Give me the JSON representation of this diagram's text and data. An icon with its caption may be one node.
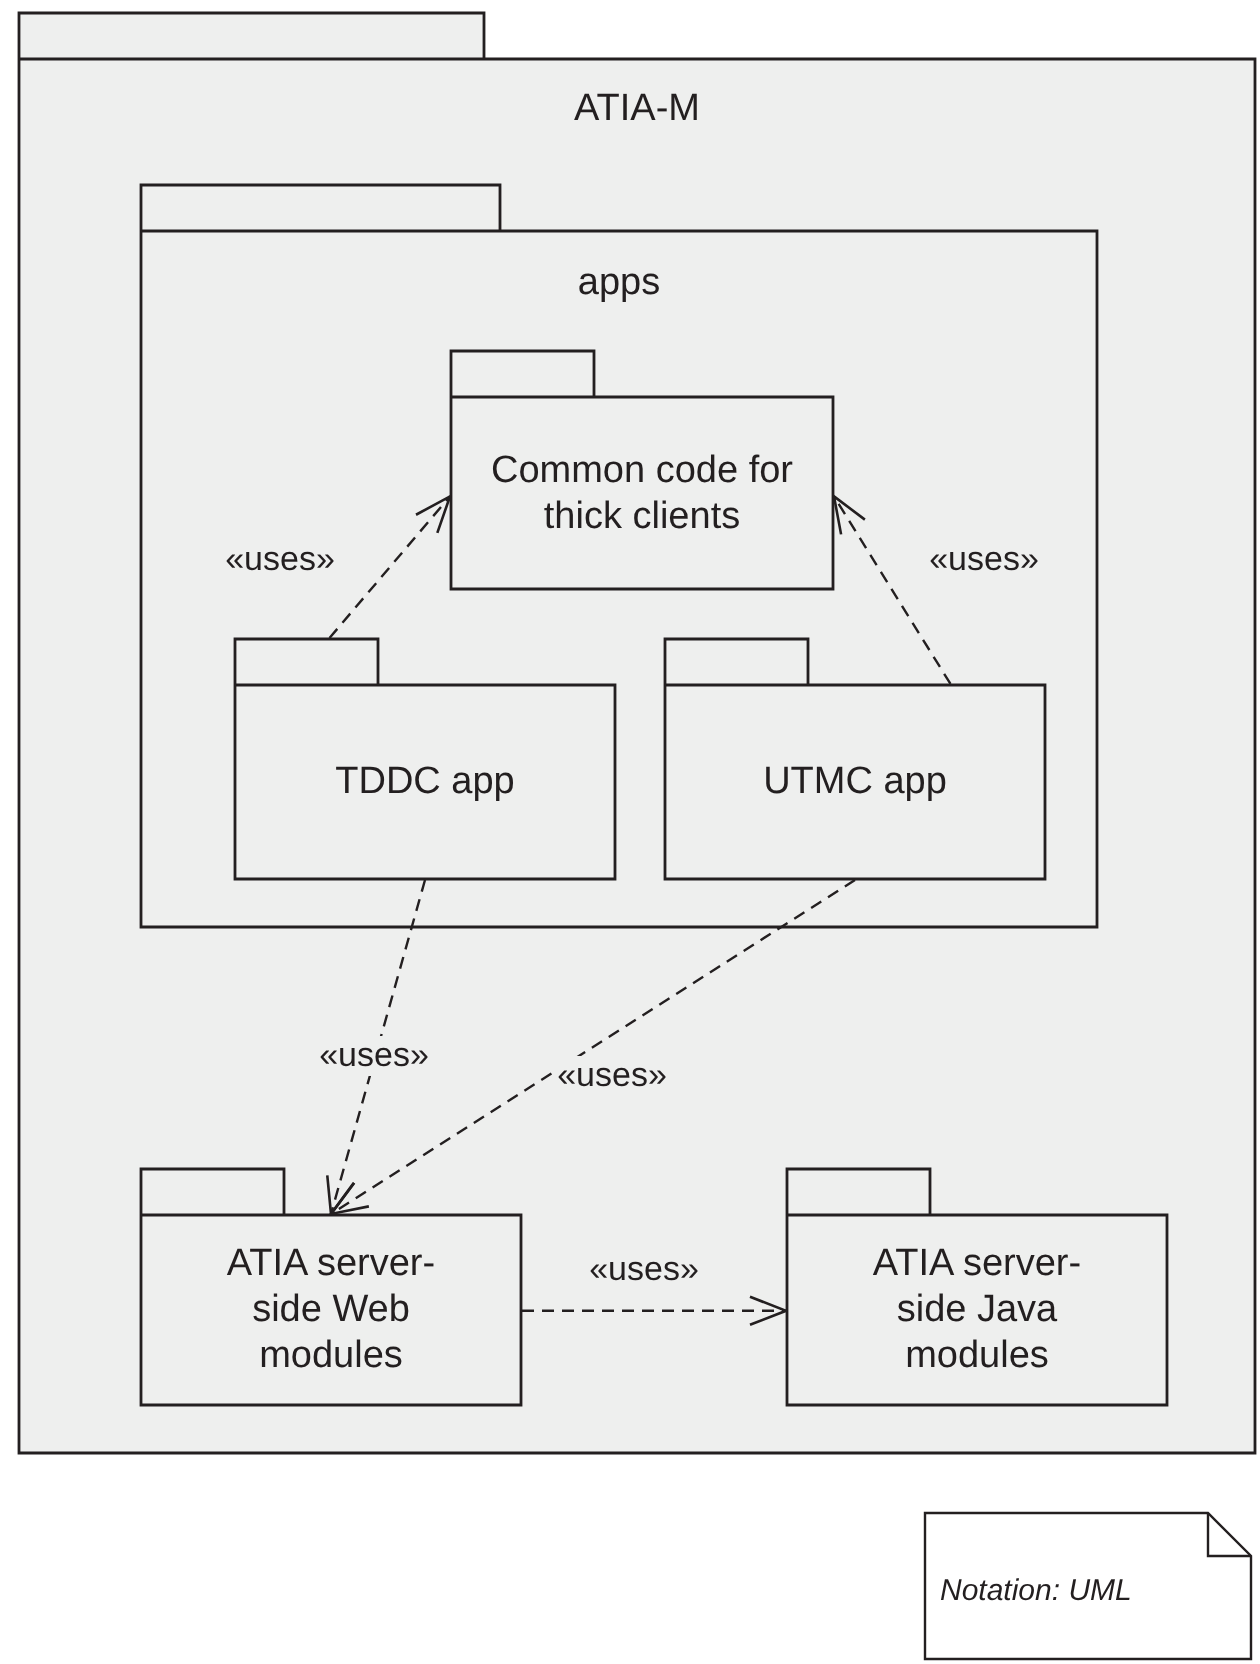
{
  "diagram": {
    "nodes": [
      {
        "text": [
          "ATIA-M"
        ]
      },
      {
        "text": [
          "apps"
        ],
        "in": 0
      },
      {
        "text": [
          "Common code for thick clients"
        ],
        "in": 1
      },
      {
        "text": [
          "TDDC app"
        ],
        "in": 1
      },
      {
        "text": [
          "UTMC app"
        ],
        "in": 1
      },
      {
        "text": [
          "ATIA server-side Web modules"
        ],
        "in": 0
      },
      {
        "text": [
          "ATIA server-side Java modules"
        ],
        "in": 0
      },
      {
        "text": [
          "Notation: UML"
        ]
      }
    ],
    "edges": [
      {
        "from": 3,
        "to": 2,
        "arrow": "to",
        "label": "«uses»",
        "style": "dashed"
      },
      {
        "from": 4,
        "to": 2,
        "arrow": "to",
        "label": "«uses»",
        "style": "dashed"
      },
      {
        "from": 3,
        "to": 5,
        "arrow": "to",
        "label": "«uses»",
        "style": "dashed"
      },
      {
        "from": 4,
        "to": 5,
        "arrow": "to",
        "label": "«uses»",
        "style": "dashed"
      },
      {
        "from": 5,
        "to": 6,
        "arrow": "to",
        "label": "«uses»",
        "style": "dashed"
      }
    ]
  }
}
